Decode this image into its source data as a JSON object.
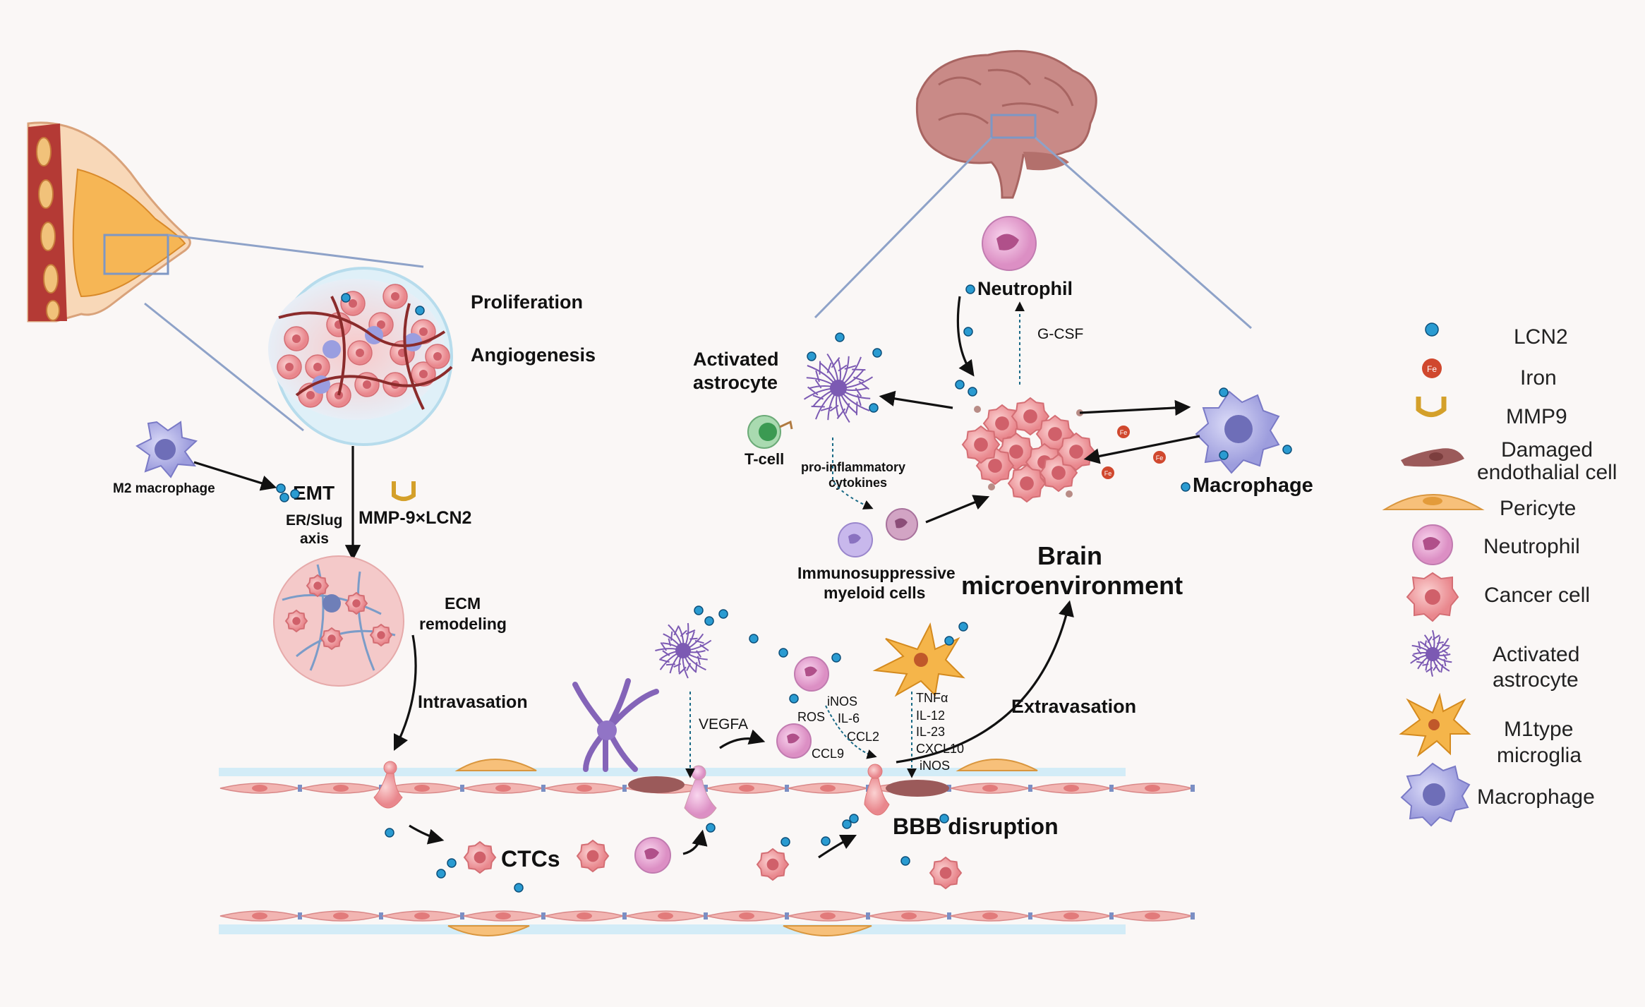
{
  "labels": {
    "proliferation": "Proliferation",
    "angiogenesis": "Angiogenesis",
    "m2_macrophage": "M2 macrophage",
    "emt": "EMT",
    "er_slug": "ER/Slug",
    "axis": "axis",
    "mmp9_lcn2": "MMP-9×LCN2",
    "ecm": "ECM",
    "remodeling": "remodeling",
    "intravasation": "Intravasation",
    "ctcs": "CTCs",
    "vegfa": "VEGFA",
    "ros": "ROS",
    "inos": "iNOS",
    "il6": "IL-6",
    "ccl2": "CCL2",
    "ccl9": "CCL9",
    "tnfa": "TNFα",
    "il12": "IL-12",
    "il23": "IL-23",
    "cxcl10": "CXCL10",
    "inos2": "iNOS",
    "bbb": "BBB disruption",
    "extravasation": "Extravasation",
    "brain_micro_1": "Brain",
    "brain_micro_2": "microenvironment",
    "neutrophil": "Neutrophil",
    "gcsf": "G-CSF",
    "activated_1": "Activated",
    "activated_2": "astrocyte",
    "tcell": "T-cell",
    "pro_inflam_1": "pro-inflammatory",
    "pro_inflam_2": "cytokines",
    "immuno_1": "Immunosuppressive",
    "immuno_2": "myeloid  cells",
    "macrophage": "Macrophage",
    "fe": "Fe"
  },
  "legend": [
    {
      "icon": "lcn2-dot-icon",
      "label": "LCN2"
    },
    {
      "icon": "iron-icon",
      "label": "Iron"
    },
    {
      "icon": "mmp9-icon",
      "label": "MMP9"
    },
    {
      "icon": "damaged-endothelial-icon",
      "label": "Damaged",
      "label2": "endothalial cell"
    },
    {
      "icon": "pericyte-icon",
      "label": "Pericyte"
    },
    {
      "icon": "neutrophil-icon",
      "label": "Neutrophil"
    },
    {
      "icon": "cancer-cell-icon",
      "label": "Cancer cell"
    },
    {
      "icon": "astrocyte-icon",
      "label": "Activated",
      "label2": "astrocyte"
    },
    {
      "icon": "microglia-icon",
      "label": "M1type",
      "label2": "microglia"
    },
    {
      "icon": "macrophage-icon",
      "label": "Macrophage"
    }
  ],
  "colors": {
    "lcn2": "#2a9bd1",
    "cancer": "#f0a0a4",
    "neutrophil": "#e8a8d4",
    "macrophage": "#a8a8e6",
    "pericyte": "#f7c07a",
    "microglia": "#f5b54a",
    "astrocyte": "#8a6bbd",
    "vessel": "#f2b5b2",
    "iron": "#d0482e"
  }
}
